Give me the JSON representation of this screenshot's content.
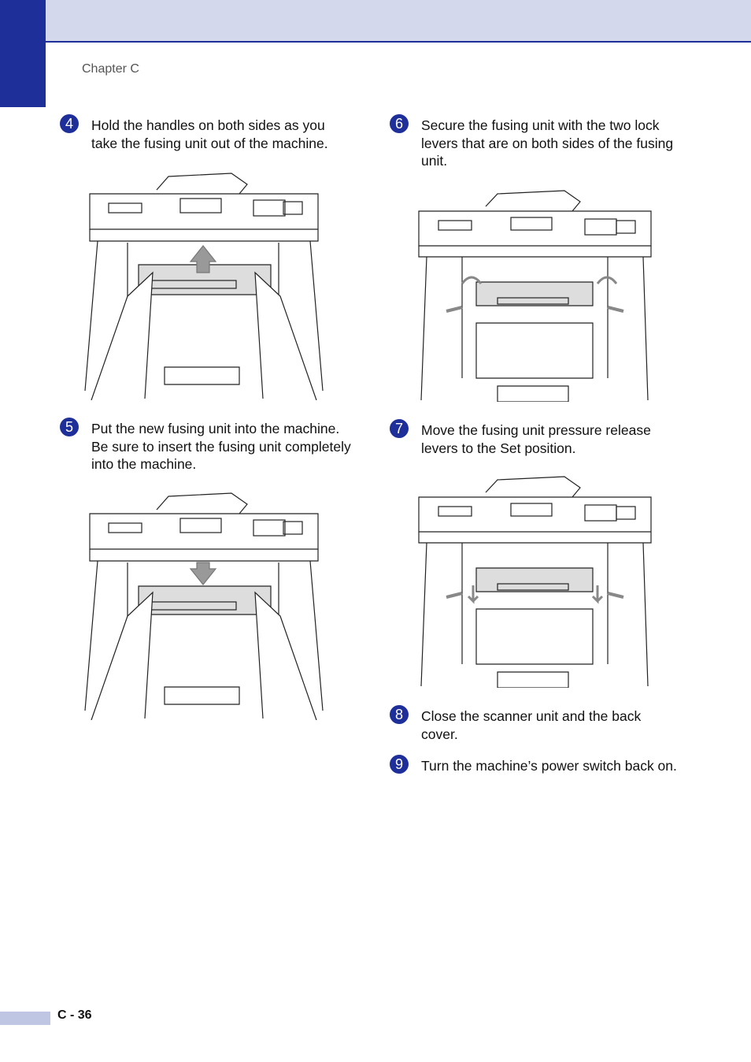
{
  "header": {
    "chapter": "Chapter C"
  },
  "steps": [
    {
      "num": "4",
      "text": "Hold the handles on both sides as you take the fusing unit out of the machine."
    },
    {
      "num": "5",
      "text": "Put the new fusing unit into the machine. Be sure to insert the fusing unit completely into the machine."
    },
    {
      "num": "6",
      "text": "Secure the fusing unit with the two lock levers that are on both sides of the fusing unit."
    },
    {
      "num": "7",
      "text": "Move the fusing unit pressure release levers to the Set position."
    },
    {
      "num": "8",
      "text": "Close the scanner unit and the back cover."
    },
    {
      "num": "9",
      "text": "Turn the machine’s power switch back on."
    }
  ],
  "footer": {
    "page": "C - 36"
  },
  "colors": {
    "accent": "#1f2f9a",
    "band": "#d3d8ec",
    "footer_bar": "#bfc6e3"
  }
}
